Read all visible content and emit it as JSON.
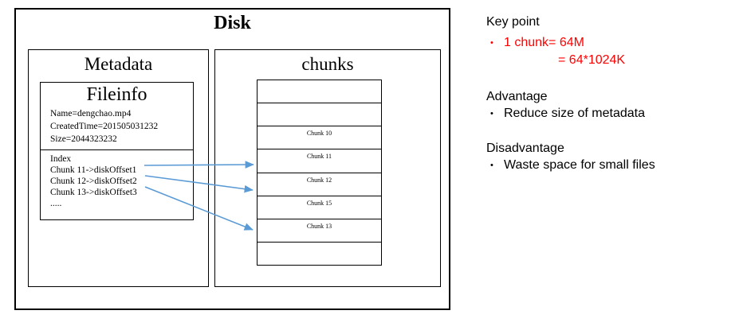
{
  "diagram": {
    "disk": {
      "title": "Disk"
    },
    "metadata": {
      "title": "Metadata",
      "fileinfo": {
        "title": "Fileinfo",
        "fields": [
          "Name=dengchao.mp4",
          "CreatedTime=201505031232",
          "Size=2044323232"
        ]
      },
      "index": {
        "label": "Index",
        "entries": [
          "Chunk 11->diskOffset1",
          "Chunk 12->diskOffset2",
          "Chunk 13->diskOffset3",
          "....."
        ]
      }
    },
    "chunks": {
      "title": "chunks",
      "rows": [
        "",
        "",
        "Chunk 10",
        "Chunk 11",
        "Chunk 12",
        "Chunk 15",
        "Chunk 13",
        ""
      ]
    },
    "colors": {
      "arrow": "#5b9bd5",
      "border": "#000000"
    }
  },
  "notes": {
    "bullet_char": "•",
    "colors": {
      "highlight": "#ff0000",
      "text": "#000000"
    },
    "key_point": {
      "title": "Key point",
      "line1": "1 chunk= 64M",
      "line2": "= 64*1024K"
    },
    "advantage": {
      "title": "Advantage",
      "item": "Reduce size of metadata"
    },
    "disadvantage": {
      "title": "Disadvantage",
      "item": "Waste space for small files"
    }
  }
}
